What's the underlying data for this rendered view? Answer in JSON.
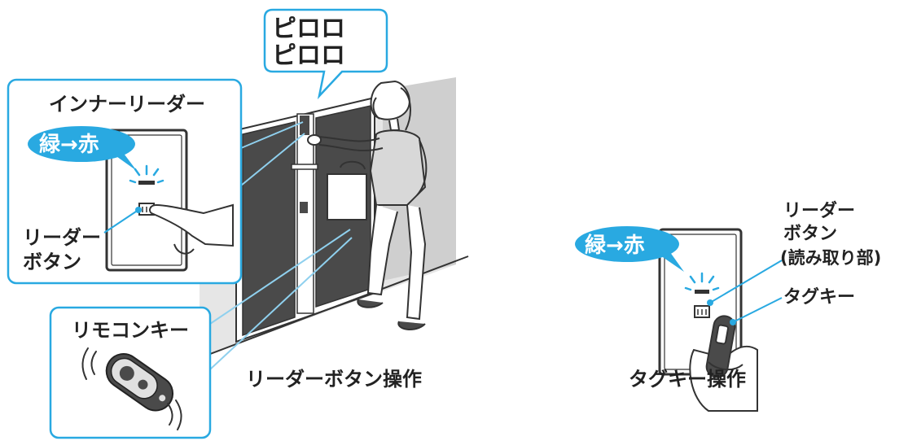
{
  "speech_bubble": {
    "line1": "ピロロ",
    "line2": "ピロロ"
  },
  "left_panel": {
    "title": "インナーリーダー",
    "status_badge": "緑→赤",
    "reader_button_label_line1": "リーダー",
    "reader_button_label_line2": "ボタン"
  },
  "remote_panel": {
    "title": "リモコンキー"
  },
  "captions": {
    "left": "リーダーボタン操作",
    "right": "タグキー操作"
  },
  "right_figure": {
    "status_badge": "緑→赤",
    "reader_button_label_line1": "リーダー",
    "reader_button_label_line2": "ボタン",
    "reader_button_label_line3": "(読み取り部)",
    "tag_key_label": "タグキー"
  },
  "colors": {
    "accent_blue": "#29a9e1",
    "dark_panel": "#4a4a4a",
    "outline": "#333333",
    "callout_border": "#8fd0ee"
  },
  "icons": [
    "sparkle-icon",
    "reader-button-icon",
    "finger-press-icon",
    "remote-key-icon",
    "tag-key-icon",
    "signal-waves-icon"
  ]
}
